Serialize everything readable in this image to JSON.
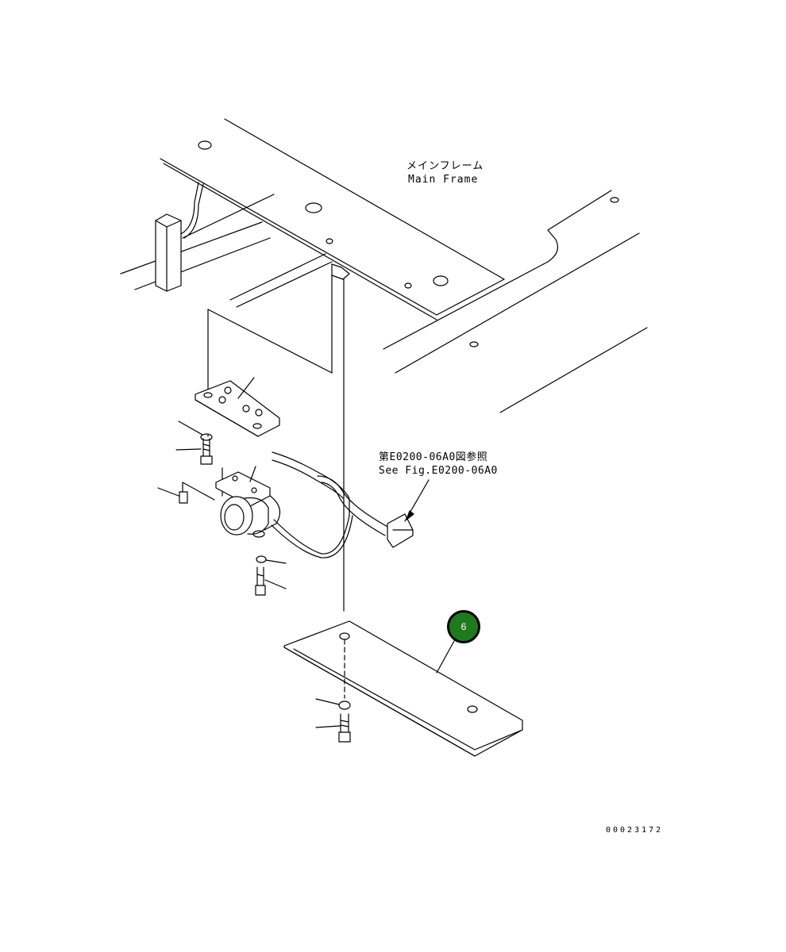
{
  "labels": {
    "main_frame_jp": "メインフレーム",
    "main_frame_en": "Main Frame",
    "reference_jp": "第E0200-06A0図参照",
    "reference_en": "See Fig.E0200-06A0",
    "drawing_number": "00023172"
  },
  "callouts": [
    {
      "number": "6",
      "color": "#1f7a1f"
    }
  ]
}
